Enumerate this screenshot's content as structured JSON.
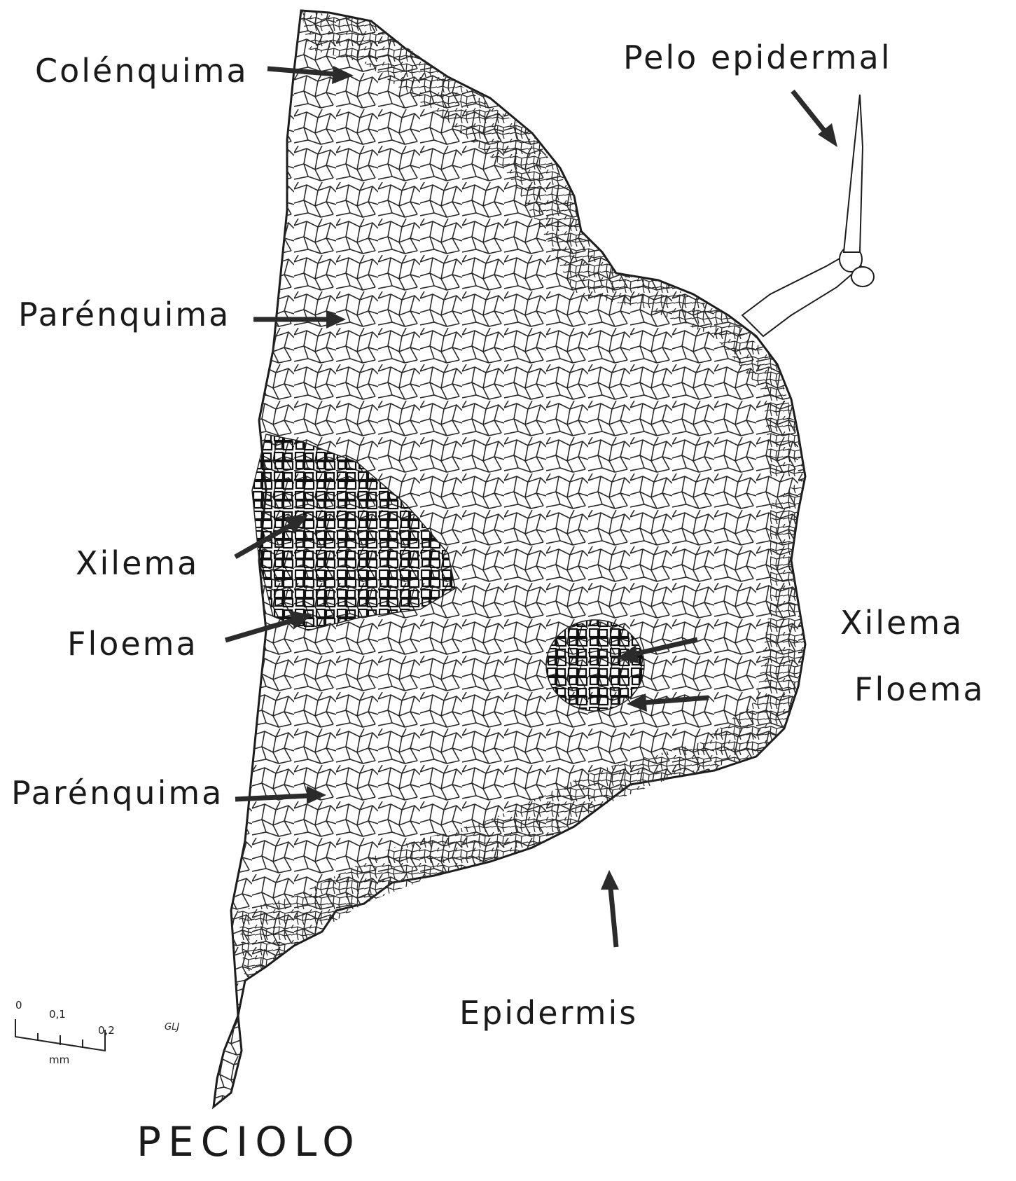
{
  "labels": {
    "colenquima": "Colénquima",
    "pelo_epidermal": "Pelo epidermal",
    "parenquima_top": "Parénquima",
    "xilema_left": "Xilema",
    "floema_left": "Floema",
    "xilema_right": "Xilema",
    "floema_right": "Floema",
    "parenquima_bottom": "Parénquima",
    "epidermis": "Epidermis",
    "title": "PECIOLO"
  },
  "scale_bar": {
    "tick_0": "0",
    "tick_1": "0,1",
    "tick_2": "0,2",
    "unit": "mm",
    "author": "GLJ"
  },
  "colors": {
    "ink": "#1c1c1c",
    "arrow": "#2b2b2b",
    "background": "#ffffff"
  }
}
